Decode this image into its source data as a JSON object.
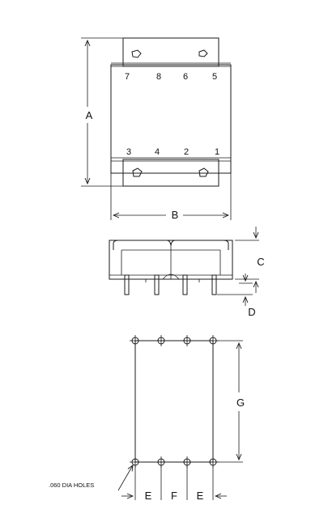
{
  "top_view": {
    "pins_top": [
      "7",
      "8",
      "6",
      "5"
    ],
    "pins_bottom": [
      "3",
      "4",
      "2",
      "1"
    ],
    "dim_a": "A",
    "dim_b": "B"
  },
  "side_view": {
    "dim_c": "C",
    "dim_d": "D"
  },
  "footprint": {
    "dim_g": "G",
    "dim_e_left": "E",
    "dim_f": "F",
    "dim_e_right": "E",
    "hole_note": ".060 DIA HOLES"
  }
}
